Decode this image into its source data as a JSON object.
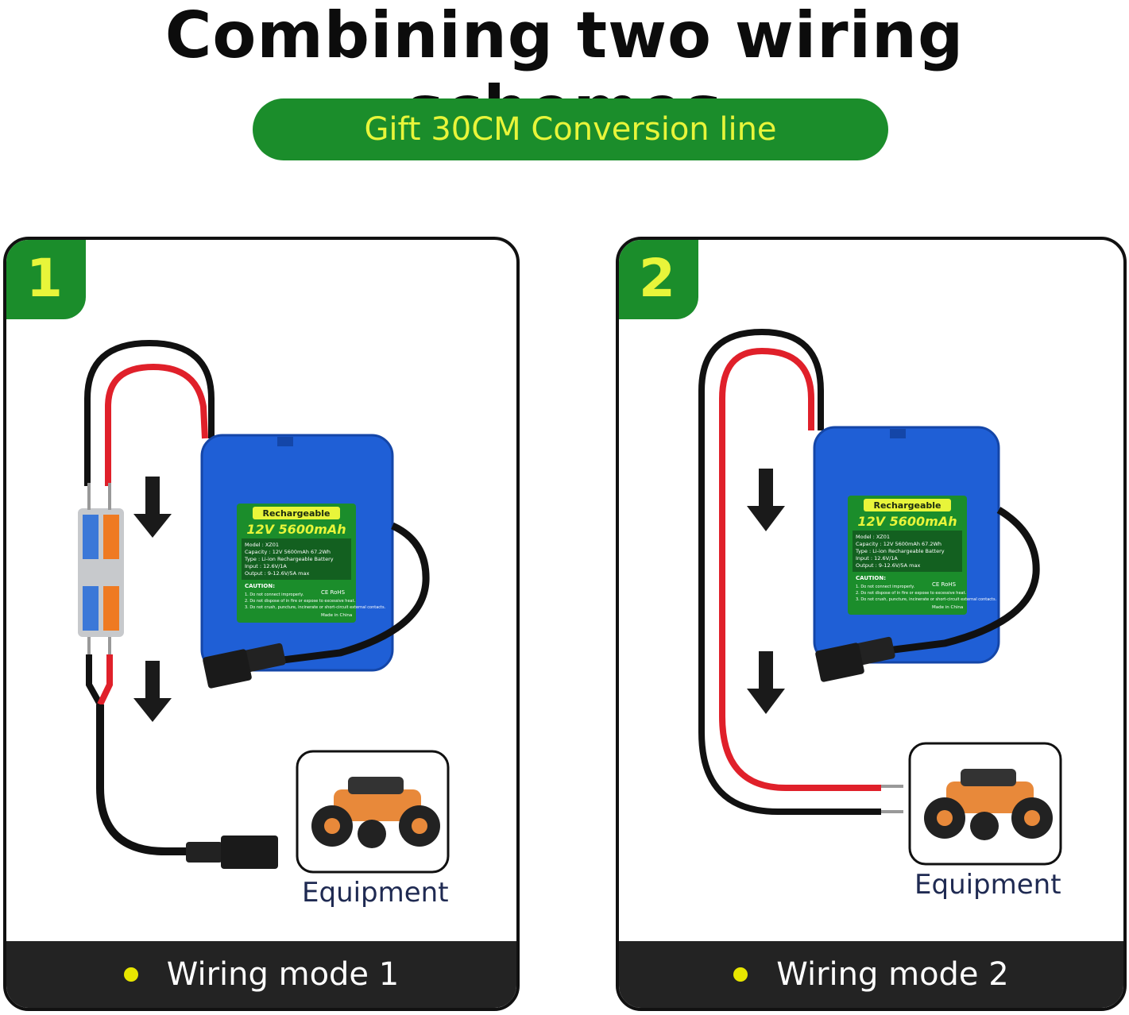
{
  "title": "Combining two wiring schemes",
  "subtitle": "Gift 30CM Conversion line",
  "panels": [
    {
      "number": "1",
      "mode_label": "Wiring mode 1",
      "equipment_label": "Equipment"
    },
    {
      "number": "2",
      "mode_label": "Wiring mode 2",
      "equipment_label": "Equipment"
    }
  ],
  "battery_label": {
    "badge": "Rechargeable",
    "rating": "12V 5600mAh",
    "specs": [
      "Model    :  XZ01",
      "Capacity :  12V 5600mAh 67.2Wh",
      "Type     :  Li-ion Rechargeable Battery",
      "Input    :  12.6V/1A",
      "Output   :  9-12.6V/5A max"
    ],
    "caution_title": "CAUTION:",
    "caution_items": [
      "1. Do not connect improperly.",
      "2. Do not dispose of in fire or expose to excessive heat.",
      "3. Do not crush, puncture, incinerate or short-circuit external contacts."
    ],
    "made_in": "Made in China",
    "marks": "CE RoHS"
  },
  "colors": {
    "green": "#1b8d2b",
    "yellow": "#e8f53a",
    "battery_blue": "#1f5fd6",
    "wire_red": "#e0202a",
    "wire_black": "#111111"
  },
  "icons": [
    "arrow-down-icon",
    "rc-car-icon",
    "dc-connector-icon",
    "lever-connector-icon"
  ]
}
